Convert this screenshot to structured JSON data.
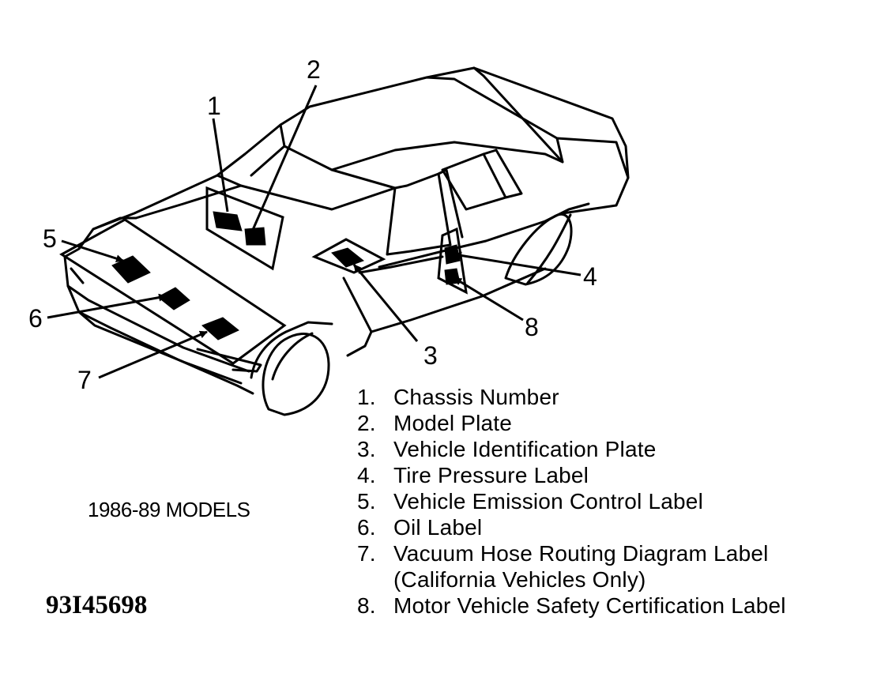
{
  "figure": {
    "callouts": [
      "1",
      "2",
      "3",
      "4",
      "5",
      "6",
      "7",
      "8"
    ],
    "models_caption": "1986-89 MODELS",
    "figure_code": "93I45698",
    "legend": [
      {
        "num": "1.",
        "label": "Chassis Number"
      },
      {
        "num": "2.",
        "label": "Model Plate"
      },
      {
        "num": "3.",
        "label": "Vehicle Identification Plate"
      },
      {
        "num": "4.",
        "label": "Tire Pressure Label"
      },
      {
        "num": "5.",
        "label": "Vehicle Emission Control Label"
      },
      {
        "num": "6.",
        "label": "Oil Label"
      },
      {
        "num": "7.",
        "label": "Vacuum Hose Routing Diagram Label",
        "continuation": "(California Vehicles Only)"
      },
      {
        "num": "8.",
        "label": "Motor Vehicle Safety Certification Label"
      }
    ]
  }
}
